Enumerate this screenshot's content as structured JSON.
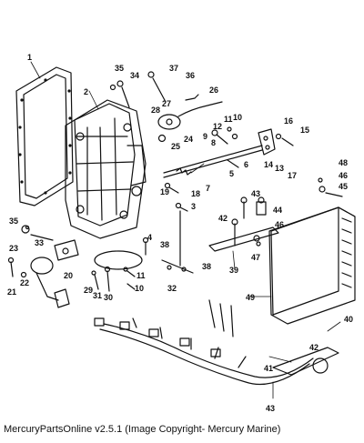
{
  "caption": "MercuryPartsOnline v2.5.1 (Image Copyright- Mercury Marine)",
  "callouts": [
    {
      "text": "1"
    },
    {
      "text": "2"
    },
    {
      "text": "35"
    },
    {
      "text": "34"
    },
    {
      "text": "37"
    },
    {
      "text": "36"
    },
    {
      "text": "27"
    },
    {
      "text": "26"
    },
    {
      "text": "28"
    },
    {
      "text": "25"
    },
    {
      "text": "24"
    },
    {
      "text": "12"
    },
    {
      "text": "11"
    },
    {
      "text": "10"
    },
    {
      "text": "9"
    },
    {
      "text": "8"
    },
    {
      "text": "16"
    },
    {
      "text": "15"
    },
    {
      "text": "14"
    },
    {
      "text": "13"
    },
    {
      "text": "17"
    },
    {
      "text": "6"
    },
    {
      "text": "5"
    },
    {
      "text": "7"
    },
    {
      "text": "18"
    },
    {
      "text": "19"
    },
    {
      "text": "3"
    },
    {
      "text": "48"
    },
    {
      "text": "46"
    },
    {
      "text": "45"
    },
    {
      "text": "43"
    },
    {
      "text": "44"
    },
    {
      "text": "42"
    },
    {
      "text": "46"
    },
    {
      "text": "47"
    },
    {
      "text": "35"
    },
    {
      "text": "33"
    },
    {
      "text": "23"
    },
    {
      "text": "20"
    },
    {
      "text": "22"
    },
    {
      "text": "21"
    },
    {
      "text": "4"
    },
    {
      "text": "38"
    },
    {
      "text": "11"
    },
    {
      "text": "10"
    },
    {
      "text": "29"
    },
    {
      "text": "31"
    },
    {
      "text": "30"
    },
    {
      "text": "32"
    },
    {
      "text": "38"
    },
    {
      "text": "39"
    },
    {
      "text": "49"
    },
    {
      "text": "40"
    },
    {
      "text": "42"
    },
    {
      "text": "41"
    },
    {
      "text": "43"
    }
  ]
}
